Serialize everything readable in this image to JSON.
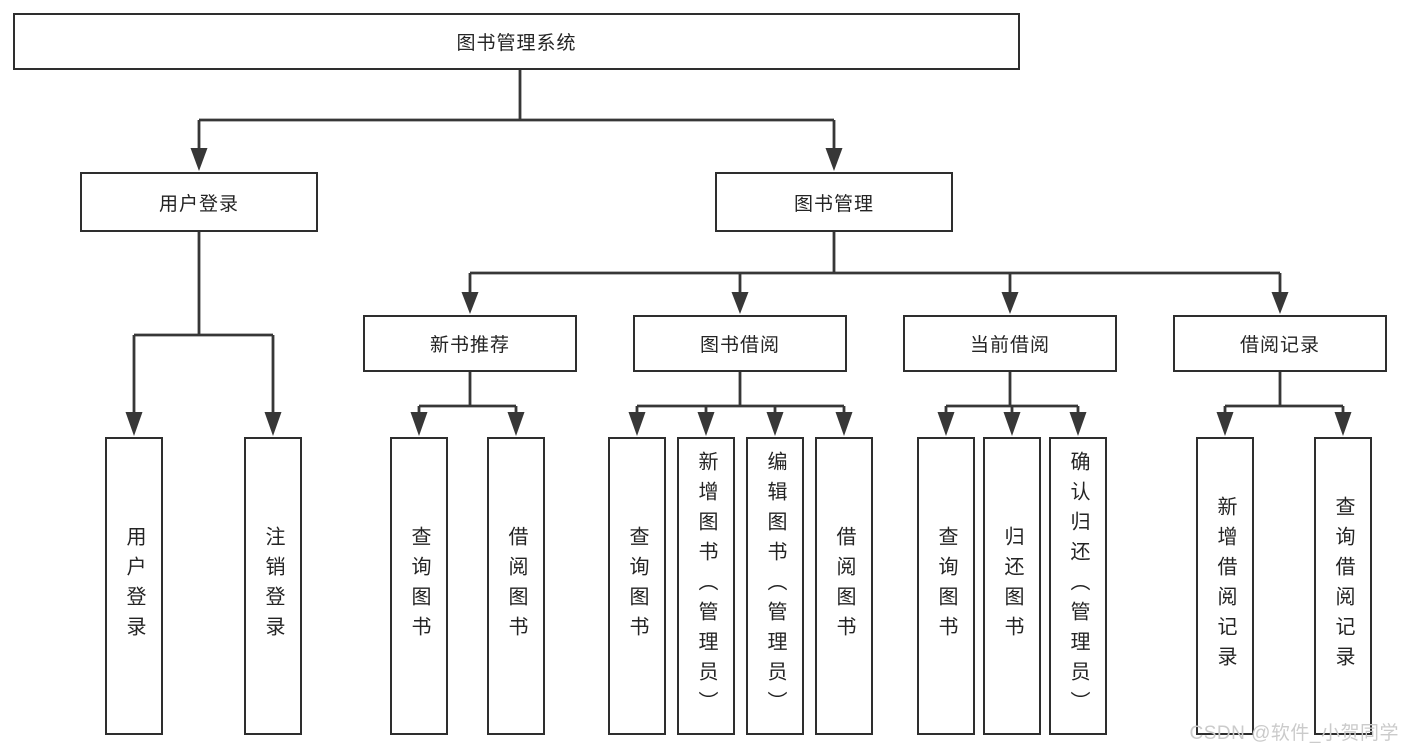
{
  "colors": {
    "line": "#373737",
    "border": "#2e2e2e",
    "text": "#242424",
    "background": "#ffffff",
    "watermark": "#cbcbcb"
  },
  "tree": {
    "root": {
      "label": "图书管理系统"
    },
    "branches": [
      {
        "label": "用户登录",
        "children": [
          {
            "label": "用户登录"
          },
          {
            "label": "注销登录"
          }
        ]
      },
      {
        "label": "图书管理",
        "children": [
          {
            "label": "新书推荐",
            "children": [
              {
                "label": "查询图书"
              },
              {
                "label": "借阅图书"
              }
            ]
          },
          {
            "label": "图书借阅",
            "children": [
              {
                "label": "查询图书"
              },
              {
                "label": "新增图书（管理员）"
              },
              {
                "label": "编辑图书（管理员）"
              },
              {
                "label": "借阅图书"
              }
            ]
          },
          {
            "label": "当前借阅",
            "children": [
              {
                "label": "查询图书"
              },
              {
                "label": "归还图书"
              },
              {
                "label": "确认归还（管理员）"
              }
            ]
          },
          {
            "label": "借阅记录",
            "children": [
              {
                "label": "新增借阅记录"
              },
              {
                "label": "查询借阅记录"
              }
            ]
          }
        ]
      }
    ]
  },
  "watermark": {
    "text": "CSDN @软件_小贺同学"
  }
}
